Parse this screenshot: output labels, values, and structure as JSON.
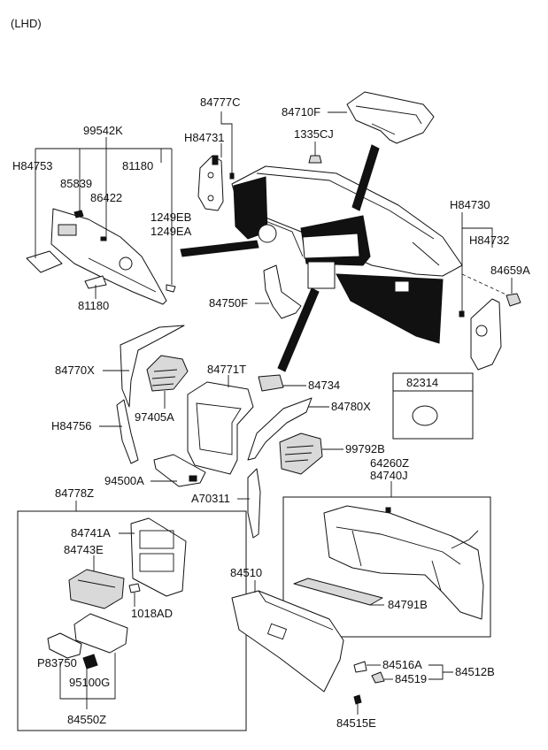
{
  "variant": "(LHD)",
  "labels": {
    "l84777C": "84777C",
    "l84710F": "84710F",
    "lH84731": "H84731",
    "l1335CJ": "1335CJ",
    "l99542K": "99542K",
    "lH84753": "H84753",
    "l81180a": "81180",
    "l85839": "85839",
    "l86422": "86422",
    "l1249EB": "1249EB",
    "l1249EA": "1249EA",
    "l81180b": "81180",
    "lH84730": "H84730",
    "lH84732": "H84732",
    "l84659A": "84659A",
    "l84750F": "84750F",
    "l84770X": "84770X",
    "l84771T": "84771T",
    "l84734": "84734",
    "l82314": "82314",
    "l97405A": "97405A",
    "l84780X": "84780X",
    "lH84756": "H84756",
    "l99792B": "99792B",
    "l94500A": "94500A",
    "l64260Z": "64260Z",
    "l84740J": "84740J",
    "lA70311": "A70311",
    "l84778Z": "84778Z",
    "l84741A": "84741A",
    "l84743E": "84743E",
    "l84510": "84510",
    "l1018AD": "1018AD",
    "l84791B": "84791B",
    "lP83750": "P83750",
    "l84516A": "84516A",
    "l95100G": "95100G",
    "l84519": "84519",
    "l84512B": "84512B",
    "l84550Z": "84550Z",
    "l84515E": "84515E"
  },
  "colors": {
    "line": "#111111",
    "part_fill": "#ffffff",
    "part_shade": "#d9d9d9",
    "background": "#ffffff"
  }
}
